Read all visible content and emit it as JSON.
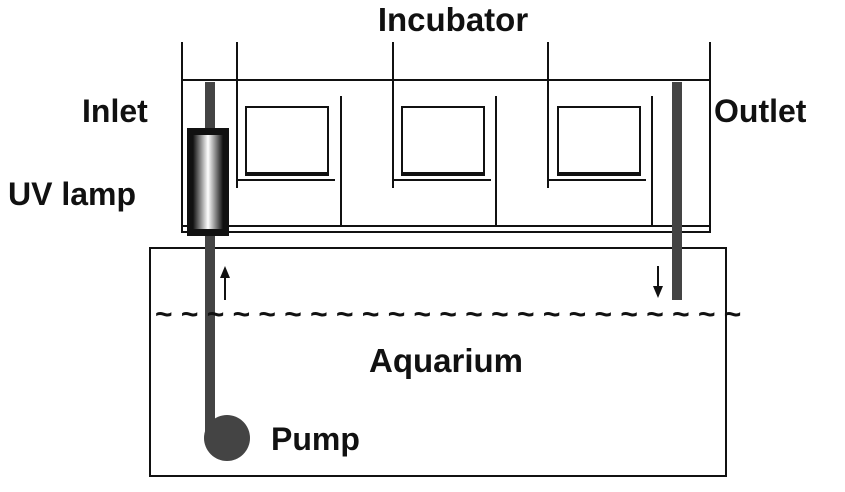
{
  "labels": {
    "incubator": "Incubator",
    "inlet": "Inlet",
    "outlet": "Outlet",
    "uv_lamp": "UV lamp",
    "aquarium": "Aquarium",
    "pump": "Pump"
  },
  "water_surface": "~ ~ ~ ~ ~ ~ ~ ~ ~ ~ ~ ~ ~ ~ ~ ~ ~ ~ ~ ~ ~ ~ ~",
  "colors": {
    "line": "#111111",
    "pipe": "#444444",
    "pump": "#444444",
    "background": "#ffffff"
  }
}
